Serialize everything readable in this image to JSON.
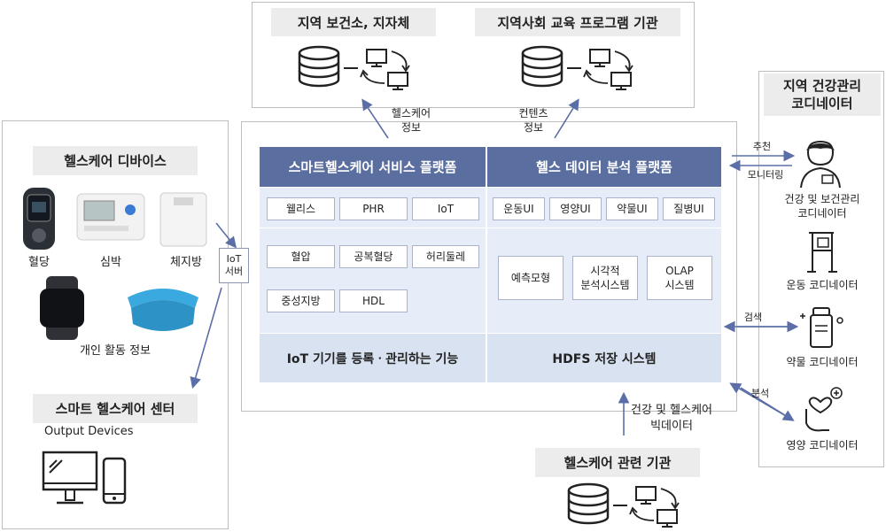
{
  "top_orgs": {
    "health_center": "지역 보건소, 지자체",
    "education": "지역사회 교육 프로그램 기관"
  },
  "flows": {
    "healthcare_info": "헬스케어\n정보",
    "content_info": "컨텐츠\n정보",
    "iot_server": "IoT\n서버",
    "recommend": "추천",
    "monitoring": "모니터링",
    "search": "검색",
    "analysis": "분석",
    "bigdata": "건강 및 헬스케어\n빅데이터"
  },
  "devices": {
    "title": "헬스케어 디바이스",
    "blood_sugar": "혈당",
    "heart_rate": "심박",
    "body_fat": "체지방",
    "activity": "개인 활동 정보"
  },
  "smart_center": {
    "title": "스마트 헬스케어 센터",
    "output": "Output Devices"
  },
  "platform": {
    "left_header": "스마트헬스케어 서비스 플랫폼",
    "right_header": "헬스 데이터 분석 플랫폼",
    "left_chips_row1": [
      "웰리스",
      "PHR",
      "IoT"
    ],
    "right_chips_row1": [
      "운동UI",
      "영양UI",
      "약물UI",
      "질병UI"
    ],
    "left_chips_row2": [
      "혈압",
      "공복혈당",
      "허리둘레"
    ],
    "left_chips_row3": [
      "중성지방",
      "HDL"
    ],
    "right_chips_mid": [
      "예측모형",
      "시각적\n분석시스템",
      "OLAP\n시스템"
    ],
    "left_footer": "IoT 기기를 등록ㆍ관리하는 기능",
    "right_footer": "HDFS 저장 시스템"
  },
  "coordinators": {
    "title": "지역 건강관리\n코디네이터",
    "health": "건강 및 보건관리\n코디네이터",
    "exercise": "운동 코디네이터",
    "medicine": "약물 코디네이터",
    "nutrition": "영양 코디네이터"
  },
  "bottom_org": {
    "title": "헬스케어 관련 기관"
  },
  "colors": {
    "header": "#5a6ea0",
    "band": "#d8e2f1",
    "row": "#e6edf8",
    "arrow": "#5b6ea8",
    "cyan": "#3aa9df"
  }
}
